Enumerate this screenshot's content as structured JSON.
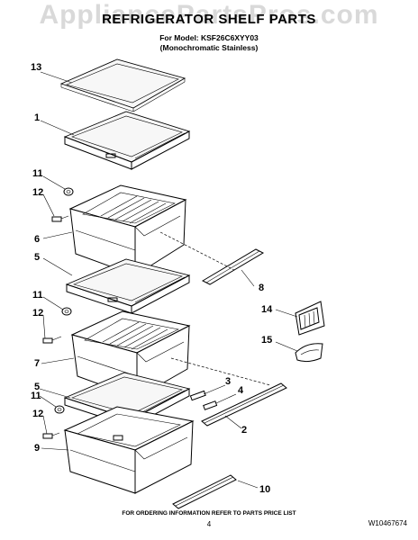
{
  "watermark": "AppliancePartsPros.com",
  "header": {
    "title": "REFRIGERATOR SHELF PARTS",
    "model_line": "For Model: KSF26C6XYY03",
    "variant": "(Monochromatic Stainless)"
  },
  "callouts": [
    "13",
    "1",
    "11",
    "12",
    "6",
    "5",
    "8",
    "11",
    "12",
    "14",
    "15",
    "7",
    "3",
    "4",
    "5",
    "11",
    "12",
    "2",
    "9",
    "10"
  ],
  "footer": {
    "ordering_note": "FOR ORDERING INFORMATION REFER TO PARTS PRICE LIST",
    "page_number": "4",
    "document_number": "W10467674"
  }
}
